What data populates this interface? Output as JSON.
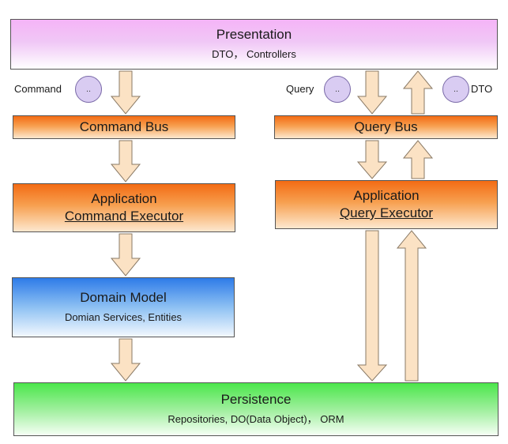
{
  "presentation": {
    "title": "Presentation",
    "subtitle": "DTO， Controllers"
  },
  "command_label": "Command",
  "query_label": "Query",
  "dto_label": "DTO",
  "circle_text": "..",
  "command_bus": {
    "title": "Command Bus"
  },
  "query_bus": {
    "title": "Query Bus"
  },
  "command_executor": {
    "title": "Application",
    "subtitle": "Command Executor"
  },
  "query_executor": {
    "title": "Application",
    "subtitle": "Query Executor"
  },
  "domain_model": {
    "title": "Domain Model",
    "subtitle": "Domian Services, Entities"
  },
  "persistence": {
    "title": "Persistence",
    "subtitle": "Repositories, DO(Data Object)， ORM"
  },
  "colors": {
    "arrow_fill": "#fbe2c4",
    "arrow_stroke": "#8a7a66",
    "presentation": "#f5b4f7",
    "bus_orange": "#f36b14",
    "domain_blue": "#2e7be8",
    "persistence_green": "#4be64b"
  }
}
